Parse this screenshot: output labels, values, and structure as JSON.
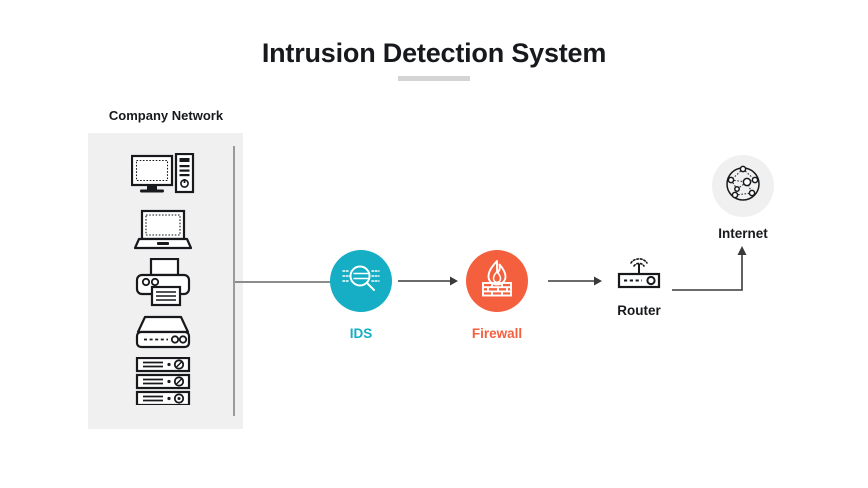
{
  "page": {
    "title": "Intrusion Detection System",
    "background_color": "#ffffff",
    "underline_color": "#d4d4d4"
  },
  "network_panel": {
    "label": "Company Network",
    "background_color": "#f0f0f0",
    "bus_line_color": "#9a9a9a",
    "devices": [
      {
        "name": "desktop-computer-icon"
      },
      {
        "name": "laptop-icon"
      },
      {
        "name": "printer-icon"
      },
      {
        "name": "nas-drive-icon"
      },
      {
        "name": "server-rack-icon"
      }
    ]
  },
  "nodes": [
    {
      "id": "ids",
      "label": "IDS",
      "icon": "magnifier-data-icon",
      "color": "#15aec4",
      "label_color": "#15aec4",
      "shape": "circle"
    },
    {
      "id": "firewall",
      "label": "Firewall",
      "icon": "flame-brickwall-icon",
      "color": "#f4603e",
      "label_color": "#f4603e",
      "shape": "circle"
    },
    {
      "id": "router",
      "label": "Router",
      "icon": "router-wifi-icon",
      "color": "#17191c",
      "label_color": "#17191c",
      "shape": "outline"
    },
    {
      "id": "internet",
      "label": "Internet",
      "icon": "globe-network-icon",
      "color": "#f0f0f0",
      "label_color": "#17191c",
      "shape": "circle"
    }
  ],
  "connectors": [
    {
      "from": "company-network",
      "to": "ids",
      "style": "line",
      "arrow": false,
      "color": "#8c8c8c"
    },
    {
      "from": "ids",
      "to": "firewall",
      "style": "arrow",
      "arrow": true,
      "color": "#3a3a3a"
    },
    {
      "from": "firewall",
      "to": "router",
      "style": "arrow",
      "arrow": true,
      "color": "#3a3a3a"
    },
    {
      "from": "router",
      "to": "internet",
      "style": "elbow-arrow",
      "arrow": true,
      "color": "#3a3a3a"
    }
  ]
}
